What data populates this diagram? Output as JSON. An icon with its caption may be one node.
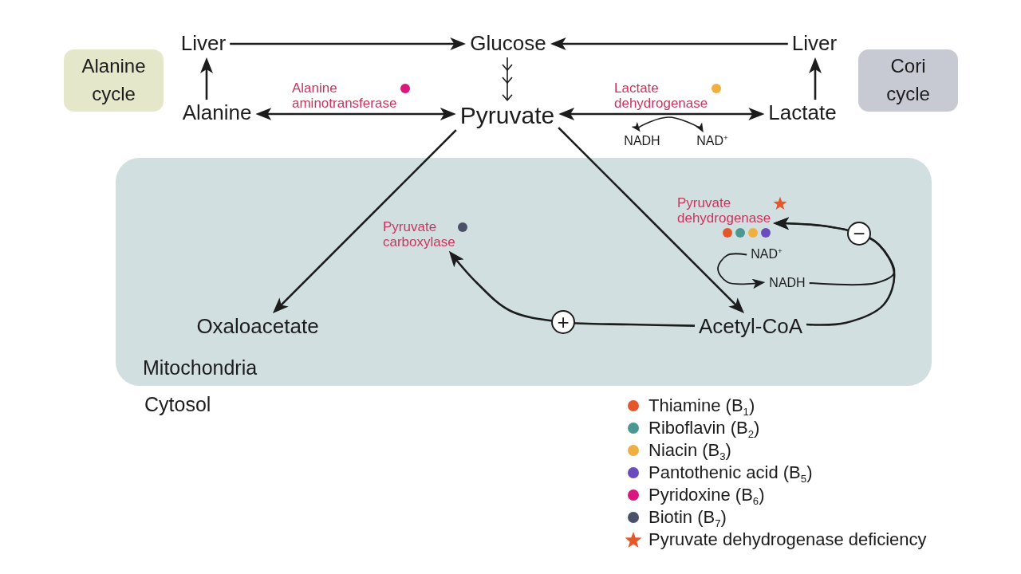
{
  "diagram": {
    "nodes": [
      {
        "text": [
          "Alanine cycle"
        ]
      },
      {
        "text": [
          "Liver"
        ]
      },
      {
        "text": [
          "Glucose"
        ]
      },
      {
        "text": [
          "Liver"
        ]
      },
      {
        "text": [
          "Cori cycle"
        ]
      },
      {
        "text": [
          "Alanine"
        ]
      },
      {
        "text": [
          "Pyruvate"
        ]
      },
      {
        "text": [
          "Lactate"
        ]
      },
      {
        "text": [
          "NADH"
        ]
      },
      {
        "text": [
          "NAD$^{+}$"
        ]
      },
      {
        "text": [
          "Mitochondria"
        ]
      },
      {
        "text": [
          "Pyruvate dehydrogenase"
        ],
        "in": 10
      },
      {
        "text": [
          "Pyruvate carboxylase"
        ],
        "in": 10
      },
      {
        "text": [
          "NAD$^{+}$"
        ],
        "in": 10
      },
      {
        "text": [
          "NADH"
        ],
        "in": 10
      },
      {
        "text": [
          "Oxaloacetate"
        ],
        "in": 10
      },
      {
        "text": [
          "Acetyl-CoA"
        ],
        "in": 10
      }
    ],
    "edges": [
      {
        "from": 1,
        "to": 2,
        "arrow": "to"
      },
      {
        "from": 3,
        "to": 2,
        "arrow": "to"
      },
      {
        "from": 2,
        "to": 6,
        "arrow": "to"
      },
      {
        "from": 5,
        "to": 1,
        "arrow": "to"
      },
      {
        "from": 7,
        "to": 3,
        "arrow": "to"
      },
      {
        "from": 5,
        "to": 6,
        "arrow": "both",
        "label": "Alanine aminotransferase"
      },
      {
        "from": 6,
        "to": 7,
        "arrow": "both",
        "label": "Lactate dehydrogenase"
      },
      {
        "from": 8,
        "to": 9,
        "arrow": "both"
      },
      {
        "from": 6,
        "to": 15,
        "arrow": "to"
      },
      {
        "from": 6,
        "to": 16,
        "arrow": "to"
      },
      {
        "from": 16,
        "to": 11,
        "arrow": "to",
        "label": "−"
      },
      {
        "from": 14,
        "to": 11,
        "arrow": "to"
      },
      {
        "from": 13,
        "to": 14,
        "arrow": "to"
      },
      {
        "from": 16,
        "to": 12,
        "arrow": "to",
        "label": "+"
      }
    ],
    "labels": [
      "Cytosol"
    ],
    "legend": [
      {
        "text": "Thiamine (B$_{1}$)",
        "color": "#e2582c"
      },
      {
        "text": "Riboflavin (B$_{2}$)",
        "color": "#4b9892"
      },
      {
        "text": "Niacin (B$_{3}$)",
        "color": "#efb041"
      },
      {
        "text": "Pantothenic acid (B$_{5}$)",
        "color": "#6a4cbf"
      },
      {
        "text": "Pyridoxine (B$_{6}$)",
        "color": "#d8177f"
      },
      {
        "text": "Biotin (B$_{7}$)",
        "color": "#4a5069"
      },
      {
        "text": "Pyruvate dehydrogenase deficiency"
      }
    ]
  }
}
